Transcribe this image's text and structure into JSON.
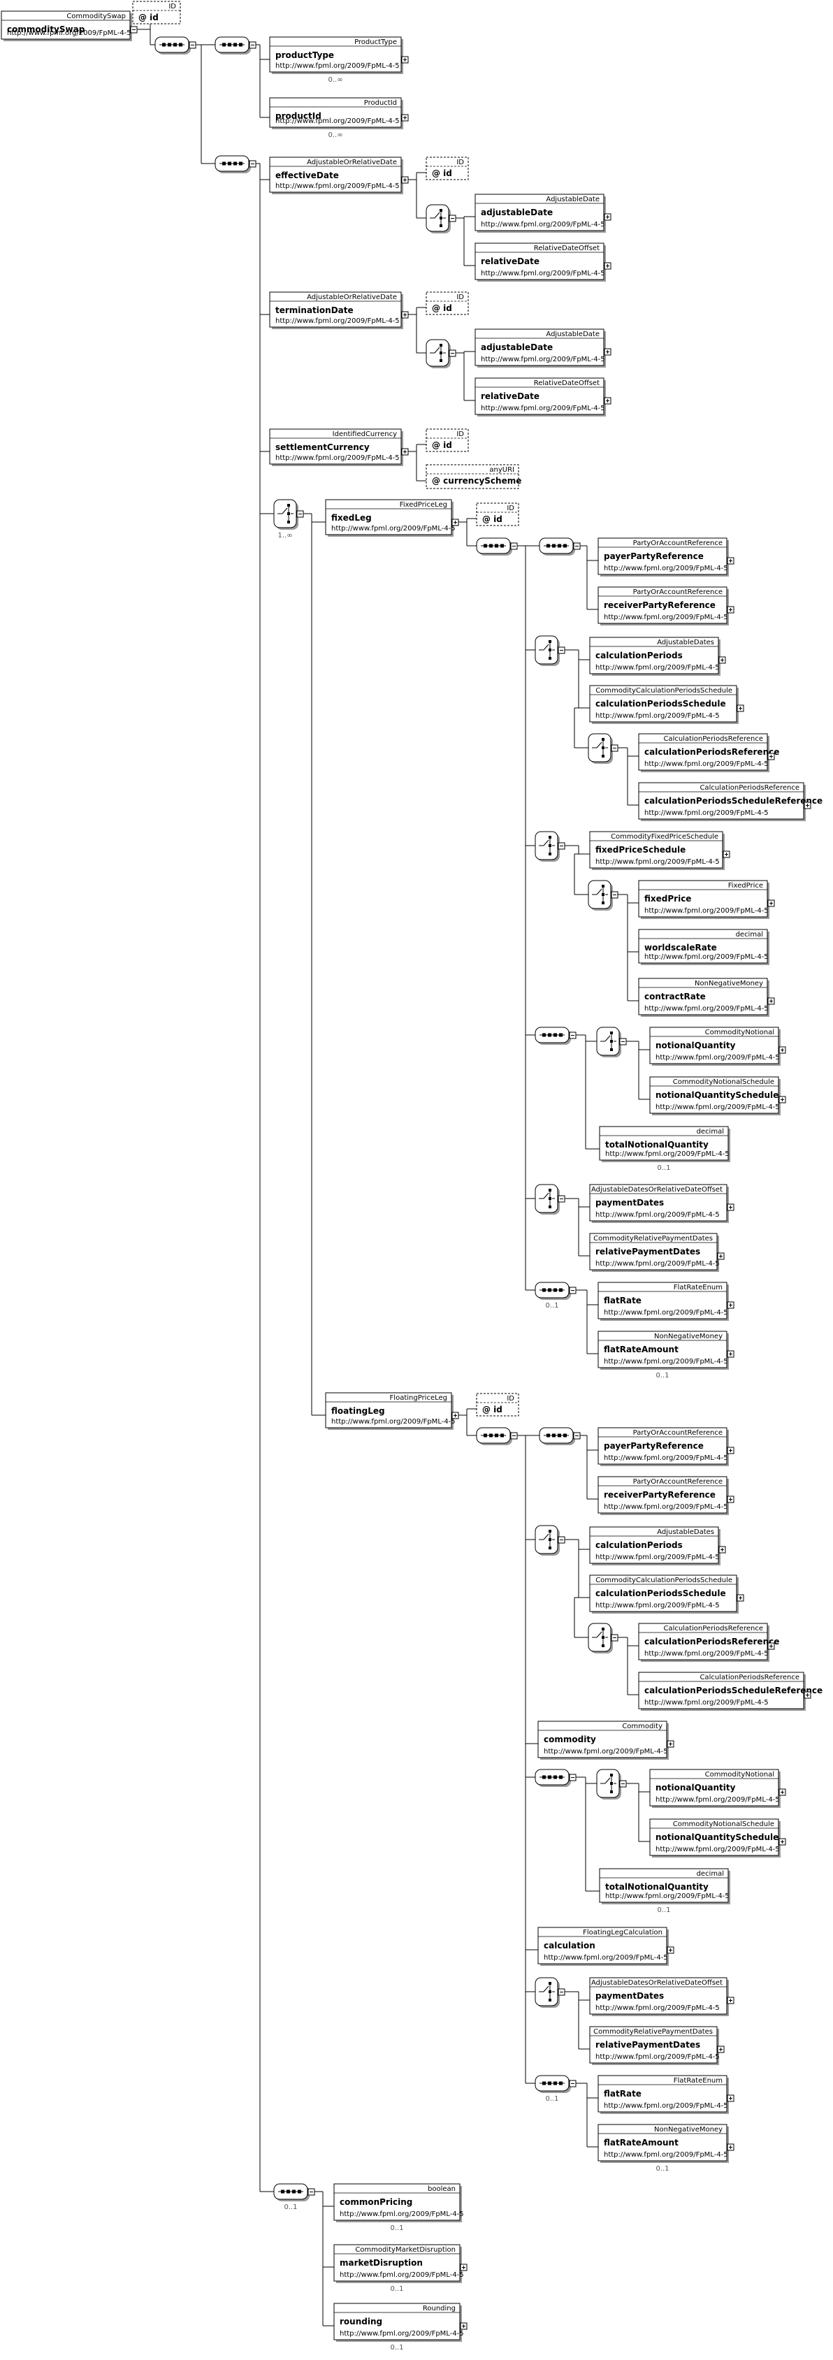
{
  "namespace": "http://www.fpml.org/2009/FpML-4-5",
  "nodes": [
    {
      "key": "root",
      "type": "CommoditySwap",
      "name": "commoditySwap",
      "ns": true,
      "expand": true
    },
    {
      "key": "root_id",
      "type": "ID",
      "name": "id",
      "attr": true,
      "optional": true
    },
    {
      "key": "productType",
      "type": "ProductType",
      "name": "productType",
      "ns": true,
      "expand": true,
      "card": "0..∞"
    },
    {
      "key": "productId",
      "type": "ProductId",
      "name": "productId",
      "ns": true,
      "expand": true,
      "card": "0..∞"
    },
    {
      "key": "effectiveDate",
      "type": "AdjustableOrRelativeDate",
      "name": "effectiveDate",
      "ns": true,
      "expand": true
    },
    {
      "key": "eff_id",
      "type": "ID",
      "name": "id",
      "attr": true,
      "optional": true
    },
    {
      "key": "eff_adj",
      "type": "AdjustableDate",
      "name": "adjustableDate",
      "ns": true,
      "expand": true
    },
    {
      "key": "eff_rel",
      "type": "RelativeDateOffset",
      "name": "relativeDate",
      "ns": true,
      "expand": true
    },
    {
      "key": "terminationDate",
      "type": "AdjustableOrRelativeDate",
      "name": "terminationDate",
      "ns": true,
      "expand": true
    },
    {
      "key": "term_id",
      "type": "ID",
      "name": "id",
      "attr": true,
      "optional": true
    },
    {
      "key": "term_adj",
      "type": "AdjustableDate",
      "name": "adjustableDate",
      "ns": true,
      "expand": true
    },
    {
      "key": "term_rel",
      "type": "RelativeDateOffset",
      "name": "relativeDate",
      "ns": true,
      "expand": true
    },
    {
      "key": "settlementCurrency",
      "type": "IdentifiedCurrency",
      "name": "settlementCurrency",
      "ns": true,
      "expand": true
    },
    {
      "key": "sc_id",
      "type": "ID",
      "name": "id",
      "attr": true,
      "optional": true
    },
    {
      "key": "sc_scheme",
      "type": "anyURI",
      "name": "currencyScheme",
      "attr": true,
      "optional": true
    },
    {
      "key": "fixedLeg",
      "type": "FixedPriceLeg",
      "name": "fixedLeg",
      "ns": true,
      "expand": true
    },
    {
      "key": "fl_id",
      "type": "ID",
      "name": "id",
      "attr": true,
      "optional": true
    },
    {
      "key": "fl_payer",
      "type": "PartyOrAccountReference",
      "name": "payerPartyReference",
      "ns": true,
      "expand": true
    },
    {
      "key": "fl_receiver",
      "type": "PartyOrAccountReference",
      "name": "receiverPartyReference",
      "ns": true,
      "expand": true
    },
    {
      "key": "fl_calcPeriods",
      "type": "AdjustableDates",
      "name": "calculationPeriods",
      "ns": true,
      "expand": true
    },
    {
      "key": "fl_calcSched",
      "type": "CommodityCalculationPeriodsSchedule",
      "name": "calculationPeriodsSchedule",
      "ns": true,
      "expand": true
    },
    {
      "key": "fl_cpRef",
      "type": "CalculationPeriodsReference",
      "name": "calculationPeriodsReference",
      "ns": true,
      "expand": true
    },
    {
      "key": "fl_cpsRef",
      "type": "CalculationPeriodsReference",
      "name": "calculationPeriodsScheduleReference",
      "ns": true,
      "expand": true
    },
    {
      "key": "fl_fps",
      "type": "CommodityFixedPriceSchedule",
      "name": "fixedPriceSchedule",
      "ns": true,
      "expand": true
    },
    {
      "key": "fl_fixedPrice",
      "type": "FixedPrice",
      "name": "fixedPrice",
      "ns": true,
      "expand": true
    },
    {
      "key": "fl_wsr",
      "type": "decimal",
      "name": "worldscaleRate",
      "ns": true
    },
    {
      "key": "fl_contractRate",
      "type": "NonNegativeMoney",
      "name": "contractRate",
      "ns": true,
      "expand": true
    },
    {
      "key": "fl_nq",
      "type": "CommodityNotional",
      "name": "notionalQuantity",
      "ns": true,
      "expand": true
    },
    {
      "key": "fl_nqs",
      "type": "CommodityNotionalSchedule",
      "name": "notionalQuantitySchedule",
      "ns": true,
      "expand": true
    },
    {
      "key": "fl_tnq",
      "type": "decimal",
      "name": "totalNotionalQuantity",
      "ns": true,
      "card": "0..1"
    },
    {
      "key": "fl_payDates",
      "type": "AdjustableDatesOrRelativeDateOffset",
      "name": "paymentDates",
      "ns": true,
      "expand": true
    },
    {
      "key": "fl_relPay",
      "type": "CommodityRelativePaymentDates",
      "name": "relativePaymentDates",
      "ns": true,
      "expand": true
    },
    {
      "key": "fl_flatRate",
      "type": "FlatRateEnum",
      "name": "flatRate",
      "ns": true,
      "expand": true
    },
    {
      "key": "fl_flatRateAmt",
      "type": "NonNegativeMoney",
      "name": "flatRateAmount",
      "ns": true,
      "expand": true,
      "card": "0..1"
    },
    {
      "key": "floatingLeg",
      "type": "FloatingPriceLeg",
      "name": "floatingLeg",
      "ns": true,
      "expand": true
    },
    {
      "key": "fg_id",
      "type": "ID",
      "name": "id",
      "attr": true,
      "optional": true
    },
    {
      "key": "fg_payer",
      "type": "PartyOrAccountReference",
      "name": "payerPartyReference",
      "ns": true,
      "expand": true
    },
    {
      "key": "fg_receiver",
      "type": "PartyOrAccountReference",
      "name": "receiverPartyReference",
      "ns": true,
      "expand": true
    },
    {
      "key": "fg_calcPeriods",
      "type": "AdjustableDates",
      "name": "calculationPeriods",
      "ns": true,
      "expand": true
    },
    {
      "key": "fg_calcSched",
      "type": "CommodityCalculationPeriodsSchedule",
      "name": "calculationPeriodsSchedule",
      "ns": true,
      "expand": true
    },
    {
      "key": "fg_cpRef",
      "type": "CalculationPeriodsReference",
      "name": "calculationPeriodsReference",
      "ns": true,
      "expand": true
    },
    {
      "key": "fg_cpsRef",
      "type": "CalculationPeriodsReference",
      "name": "calculationPeriodsScheduleReference",
      "ns": true,
      "expand": true
    },
    {
      "key": "fg_commodity",
      "type": "Commodity",
      "name": "commodity",
      "ns": true,
      "expand": true
    },
    {
      "key": "fg_nq",
      "type": "CommodityNotional",
      "name": "notionalQuantity",
      "ns": true,
      "expand": true
    },
    {
      "key": "fg_nqs",
      "type": "CommodityNotionalSchedule",
      "name": "notionalQuantitySchedule",
      "ns": true,
      "expand": true
    },
    {
      "key": "fg_tnq",
      "type": "decimal",
      "name": "totalNotionalQuantity",
      "ns": true,
      "card": "0..1"
    },
    {
      "key": "fg_calc",
      "type": "FloatingLegCalculation",
      "name": "calculation",
      "ns": true,
      "expand": true
    },
    {
      "key": "fg_payDates",
      "type": "AdjustableDatesOrRelativeDateOffset",
      "name": "paymentDates",
      "ns": true,
      "expand": true
    },
    {
      "key": "fg_relPay",
      "type": "CommodityRelativePaymentDates",
      "name": "relativePaymentDates",
      "ns": true,
      "expand": true
    },
    {
      "key": "fg_flatRate",
      "type": "FlatRateEnum",
      "name": "flatRate",
      "ns": true,
      "expand": true
    },
    {
      "key": "fg_flatRateAmt",
      "type": "NonNegativeMoney",
      "name": "flatRateAmount",
      "ns": true,
      "expand": true,
      "card": "0..1"
    },
    {
      "key": "commonPricing",
      "type": "boolean",
      "name": "commonPricing",
      "ns": true,
      "card": "0..1"
    },
    {
      "key": "marketDisruption",
      "type": "CommodityMarketDisruption",
      "name": "marketDisruption",
      "ns": true,
      "expand": true,
      "card": "0..1"
    },
    {
      "key": "rounding",
      "type": "Rounding",
      "name": "rounding",
      "ns": true,
      "expand": true,
      "card": "0..1"
    }
  ],
  "compositors": [
    {
      "key": "c_root_seq",
      "kind": "sequence"
    },
    {
      "key": "c_prod_seq",
      "kind": "sequence"
    },
    {
      "key": "c_dates_seq",
      "kind": "sequence"
    },
    {
      "key": "c_eff_choice",
      "kind": "choice"
    },
    {
      "key": "c_term_choice",
      "kind": "choice"
    },
    {
      "key": "c_leg_choice",
      "kind": "choice",
      "card": "1..∞"
    },
    {
      "key": "c_fl_seq",
      "kind": "sequence"
    },
    {
      "key": "c_fl_parties",
      "kind": "sequence"
    },
    {
      "key": "c_fl_calc_choice",
      "kind": "choice"
    },
    {
      "key": "c_fl_cpref_choice",
      "kind": "choice"
    },
    {
      "key": "c_fl_price_choice",
      "kind": "choice"
    },
    {
      "key": "c_fl_fp_choice",
      "kind": "choice"
    },
    {
      "key": "c_fl_nq_seq",
      "kind": "sequence"
    },
    {
      "key": "c_fl_nq_choice",
      "kind": "choice"
    },
    {
      "key": "c_fl_pay_choice",
      "kind": "choice"
    },
    {
      "key": "c_fl_flat_seq",
      "kind": "sequence",
      "card": "0..1"
    },
    {
      "key": "c_fg_seq",
      "kind": "sequence"
    },
    {
      "key": "c_fg_parties",
      "kind": "sequence"
    },
    {
      "key": "c_fg_calc_choice",
      "kind": "choice"
    },
    {
      "key": "c_fg_cpref_choice",
      "kind": "choice"
    },
    {
      "key": "c_fg_nq_seq",
      "kind": "sequence"
    },
    {
      "key": "c_fg_nq_choice",
      "kind": "choice"
    },
    {
      "key": "c_fg_pay_choice",
      "kind": "choice"
    },
    {
      "key": "c_fg_flat_seq",
      "kind": "sequence",
      "card": "0..1"
    },
    {
      "key": "c_tail_seq",
      "kind": "sequence",
      "card": "0..1"
    }
  ]
}
